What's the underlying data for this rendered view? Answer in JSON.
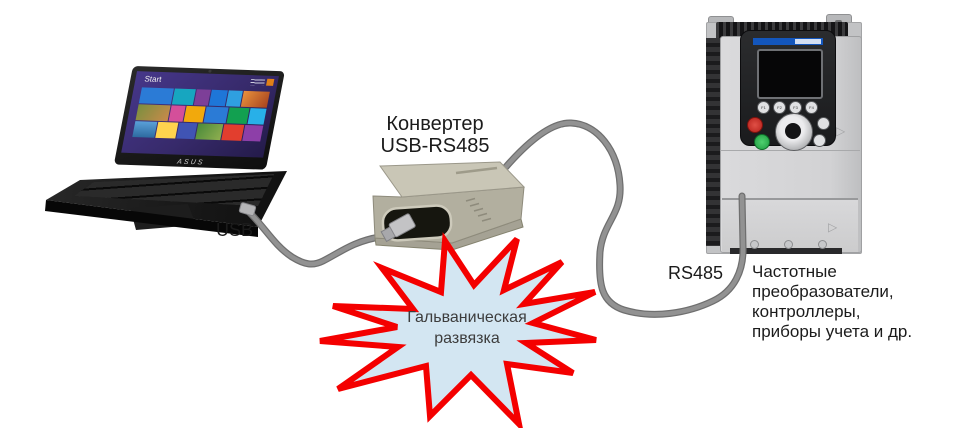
{
  "labels": {
    "usb": "USB",
    "rs485": "RS485",
    "converter": [
      "Конвертер",
      "USB-RS485"
    ],
    "isolation": [
      "Гальваническая",
      "развязка"
    ],
    "devices": [
      "Частотные",
      "преобразователи,",
      "контроллеры,",
      "приборы учета и др."
    ]
  },
  "laptop": {
    "brand": "ASUS",
    "screen_title": "Start"
  },
  "vfd": {
    "function_keys": [
      "F1",
      "F2",
      "F3",
      "F4"
    ]
  },
  "colors": {
    "cable": "#929292",
    "cable_shadow": "#6f6f6f",
    "burst_fill": "#d3e6f2",
    "burst_stroke": "#f40000",
    "vfd_header_blue": "#1356bc",
    "stop_button_red": "#c02a20",
    "run_button_green": "#2bb24c",
    "laptop_screen_purple": "#3b2d72",
    "converter_body": "#c9c6b6"
  }
}
